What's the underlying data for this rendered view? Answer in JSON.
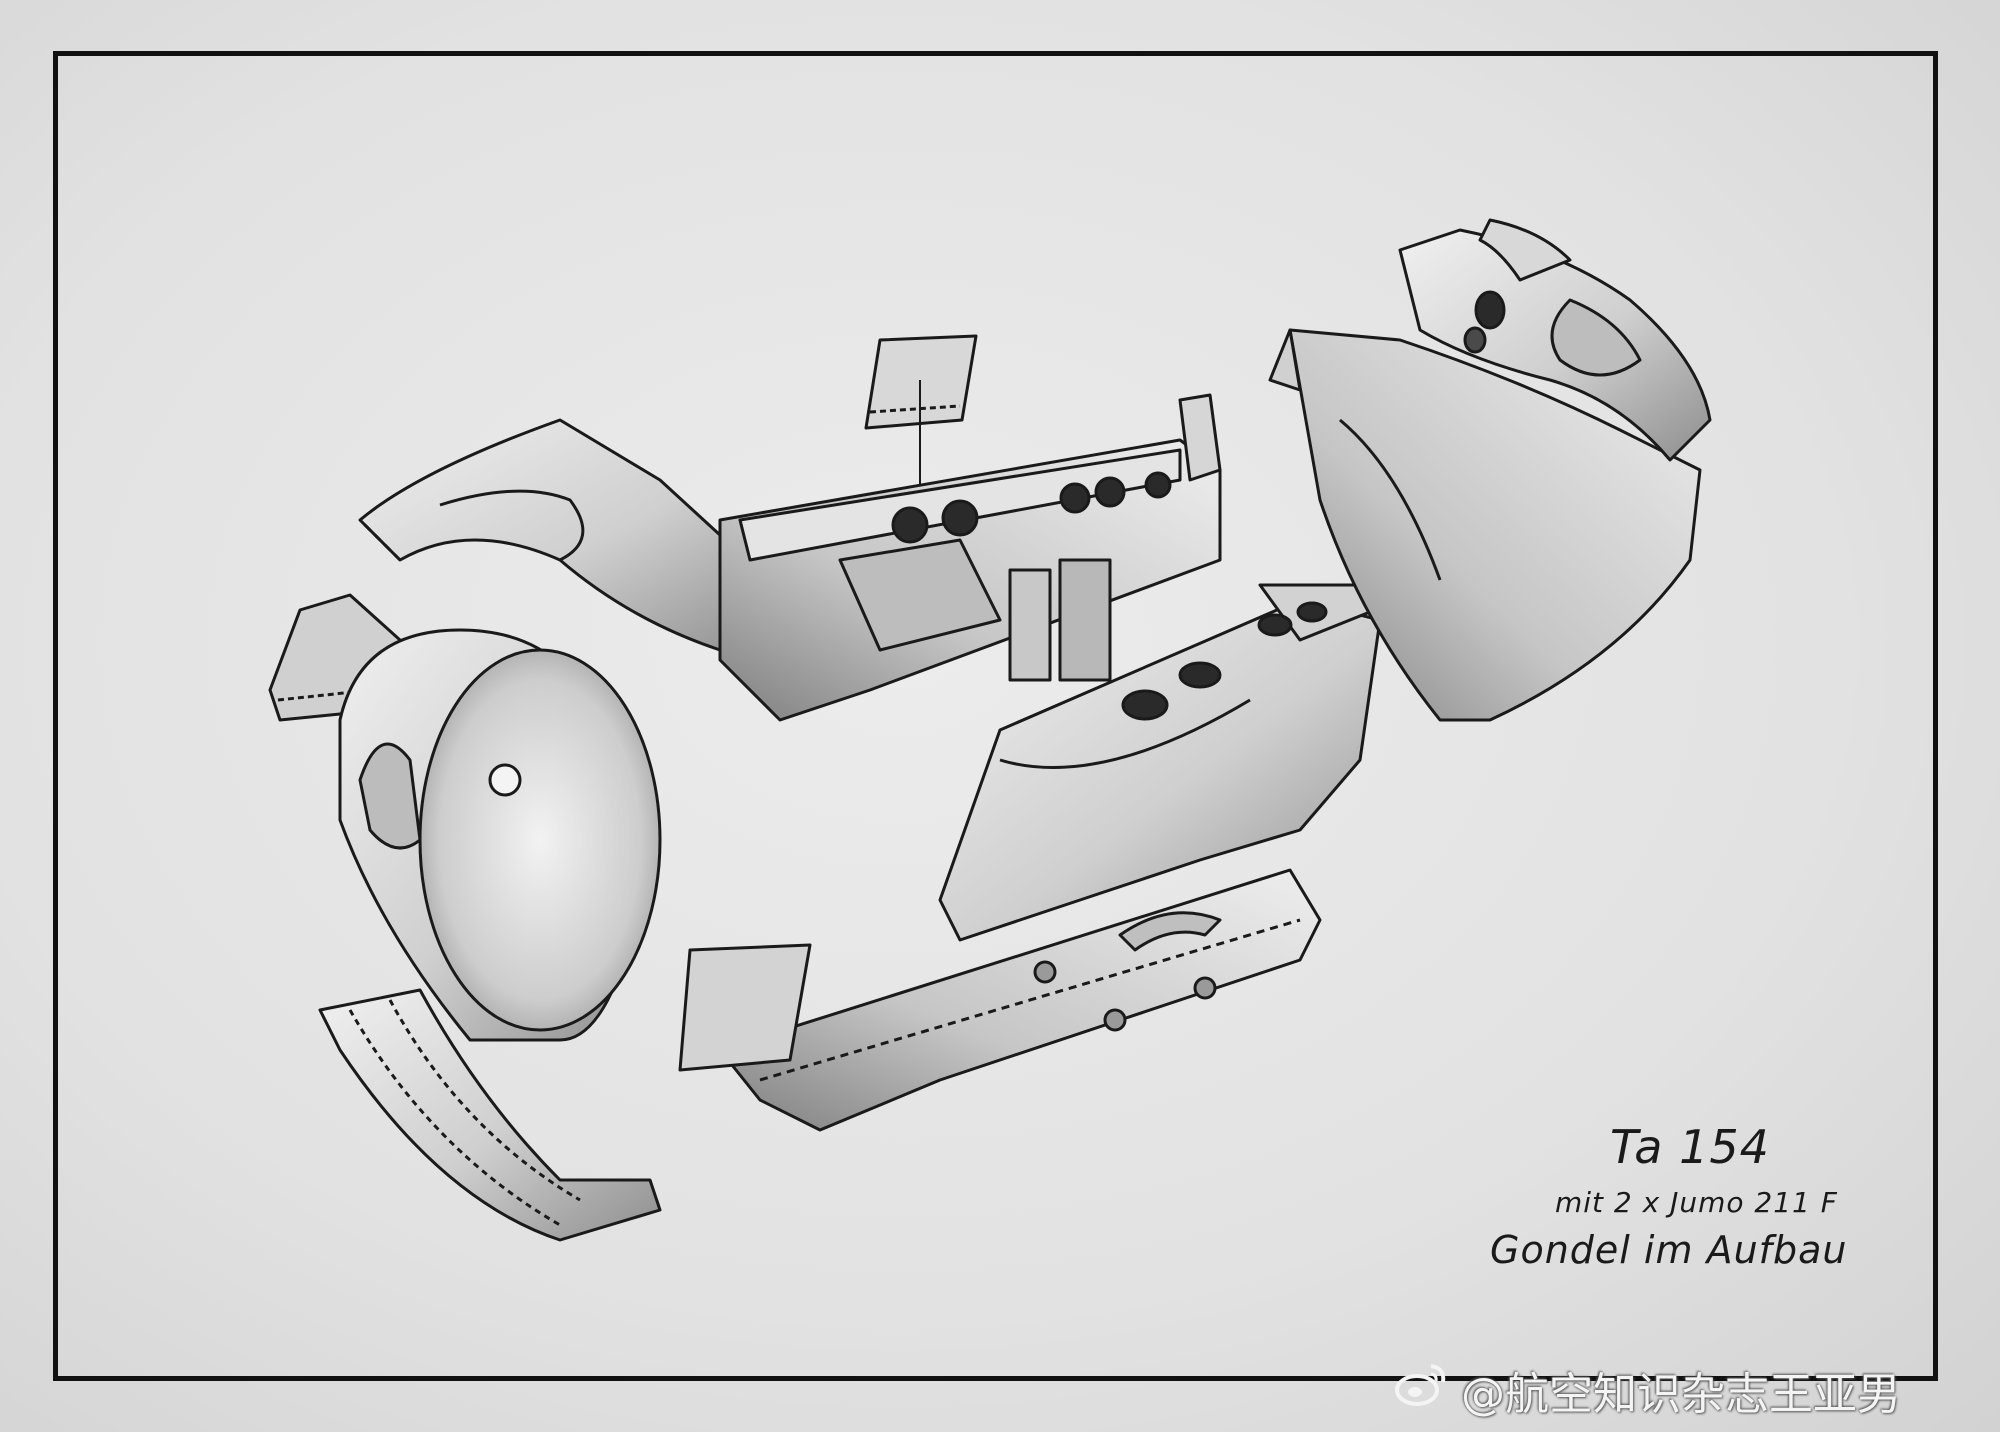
{
  "caption": {
    "title": "Ta 154",
    "subtitle": "mit 2 x Jumo 211 F",
    "description": "Gondel im Aufbau"
  },
  "watermark": {
    "text": "@航空知识杂志王亚男",
    "icon": "weibo-logo-icon"
  },
  "colors": {
    "paper": "#e6e6e6",
    "ink": "#111111",
    "metal_light": "#dcdcdc",
    "metal_shade": "#8e8e8e"
  }
}
